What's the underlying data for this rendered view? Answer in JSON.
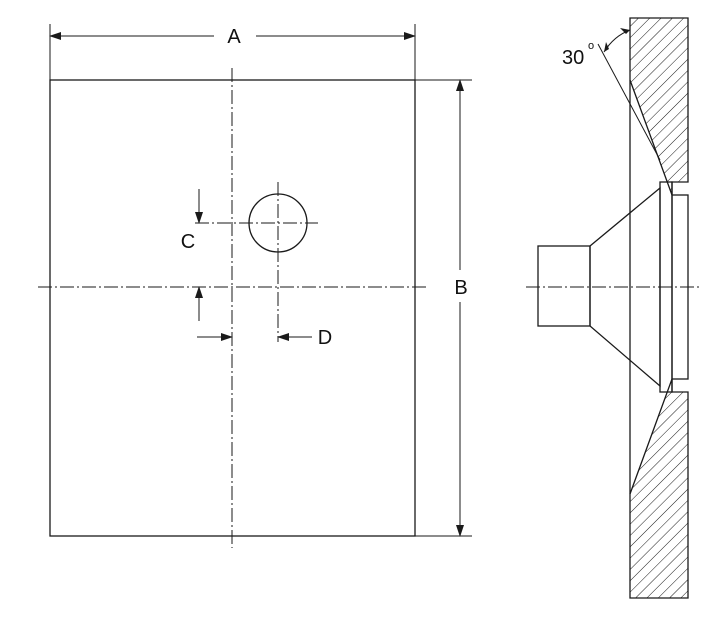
{
  "labels": {
    "a": "A",
    "b": "B",
    "c": "C",
    "d": "D",
    "angle": "30",
    "degree": "o"
  }
}
